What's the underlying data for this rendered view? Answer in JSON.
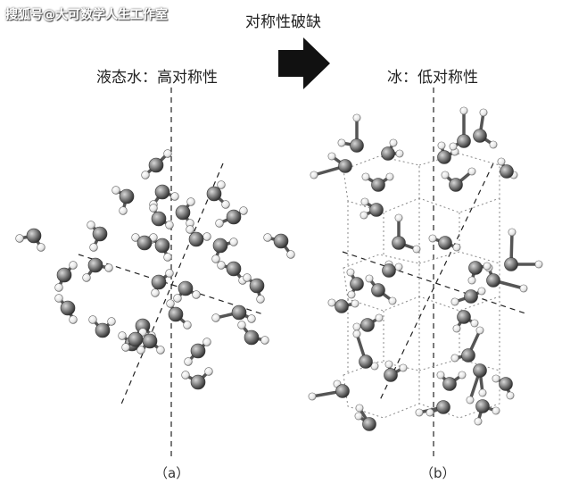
{
  "watermark": "搜狐号@大可数学人生工作室",
  "headline": "对称性破缺",
  "arrow_icon": "right-arrow-icon",
  "panel_a": {
    "title": "液态水：高对称性",
    "caption": "（a）"
  },
  "panel_b": {
    "title": "冰：低对称性",
    "caption": "（b）"
  },
  "colors": {
    "oxygen": "#7a7a7a",
    "hydrogen": "#f2f2f2",
    "bond": "#555555",
    "arrow": "#111111"
  }
}
